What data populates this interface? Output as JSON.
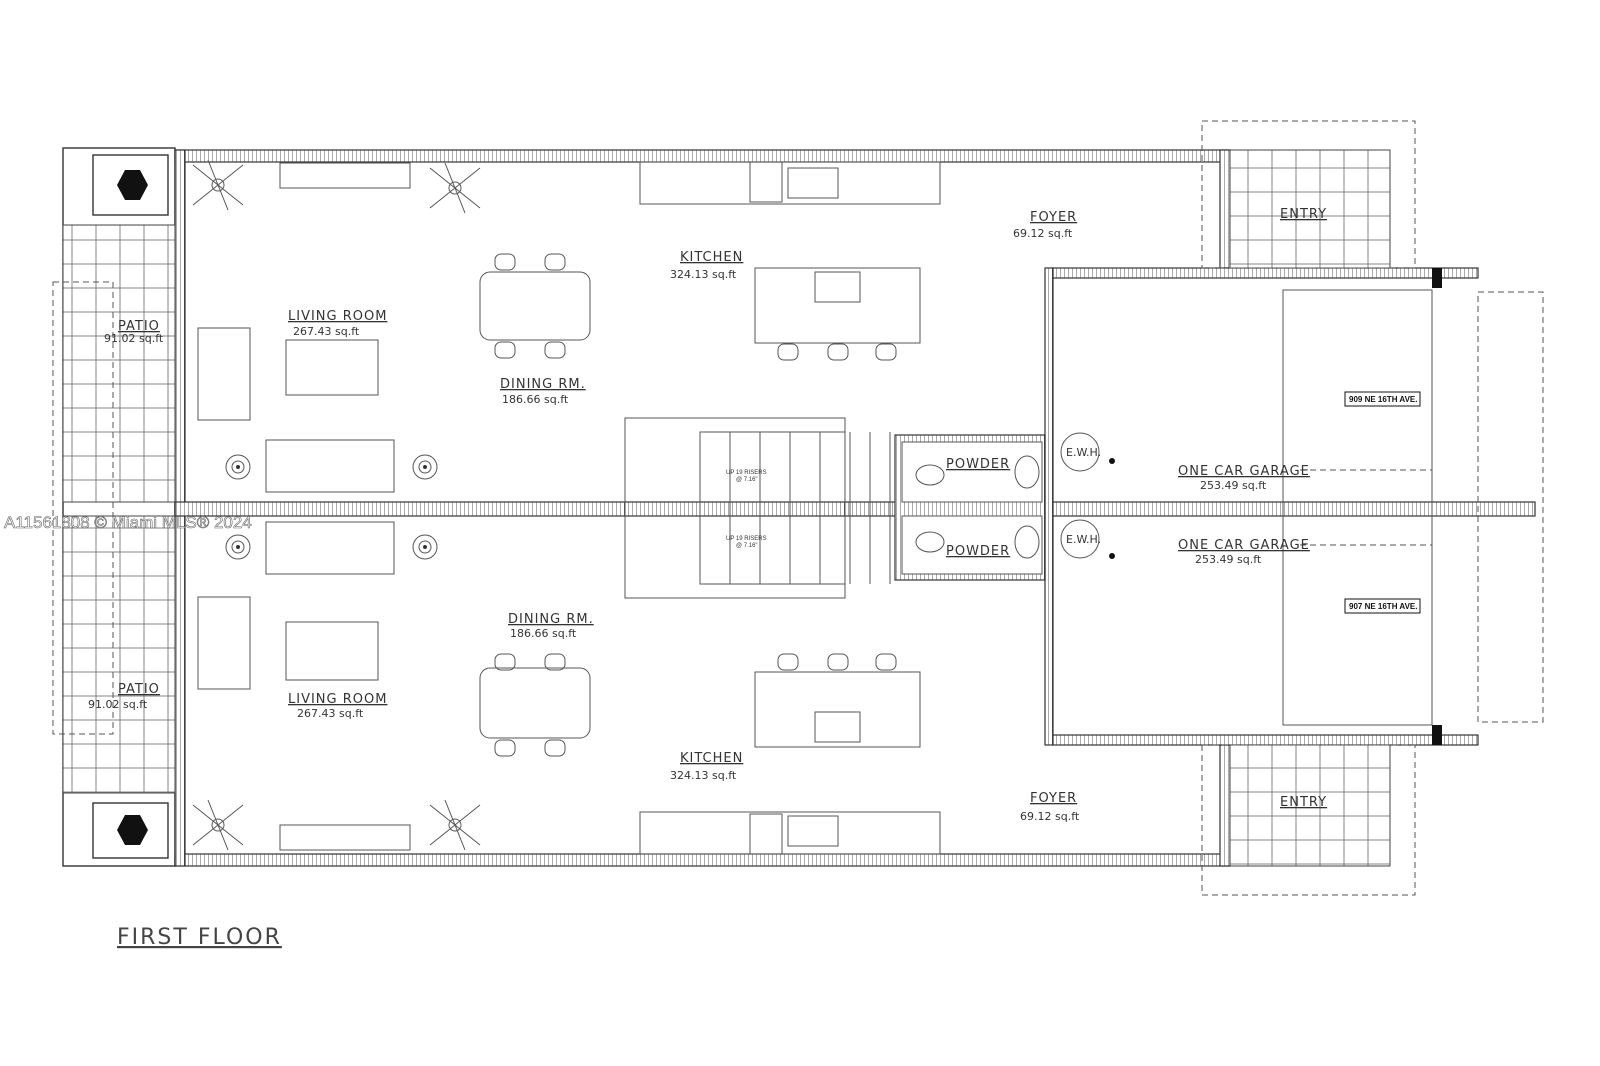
{
  "watermark": "A11561808 © Miami MLS® 2024",
  "drawing_title": "FIRST FLOOR",
  "units": [
    {
      "address": "909 NE 16TH AVE.",
      "rooms": {
        "patio": {
          "name": "PATIO",
          "area": "91.02 sq.ft"
        },
        "living": {
          "name": "LIVING ROOM",
          "area": "267.43 sq.ft"
        },
        "dining": {
          "name": "DINING RM.",
          "area": "186.66 sq.ft"
        },
        "kitchen": {
          "name": "KITCHEN",
          "area": "324.13 sq.ft"
        },
        "foyer": {
          "name": "FOYER",
          "area": "69.12 sq.ft"
        },
        "entry": {
          "name": "ENTRY"
        },
        "powder": {
          "name": "POWDER"
        },
        "garage": {
          "name": "ONE CAR GARAGE",
          "area": "253.49 sq.ft"
        },
        "ewh": "E.W.H."
      },
      "stairs": {
        "line1": "UP 19 RISERS",
        "line2": "@ 7.16\""
      }
    },
    {
      "address": "907 NE 16TH AVE.",
      "rooms": {
        "patio": {
          "name": "PATIO",
          "area": "91.02 sq.ft"
        },
        "living": {
          "name": "LIVING ROOM",
          "area": "267.43 sq.ft"
        },
        "dining": {
          "name": "DINING RM.",
          "area": "186.66 sq.ft"
        },
        "kitchen": {
          "name": "KITCHEN",
          "area": "324.13 sq.ft"
        },
        "foyer": {
          "name": "FOYER",
          "area": "69.12 sq.ft"
        },
        "entry": {
          "name": "ENTRY"
        },
        "powder": {
          "name": "POWDER"
        },
        "garage": {
          "name": "ONE CAR GARAGE",
          "area": "253.49 sq.ft"
        },
        "ewh": "E.W.H."
      },
      "stairs": {
        "line1": "UP 19 RISERS",
        "line2": "@ 7.16\""
      }
    }
  ]
}
